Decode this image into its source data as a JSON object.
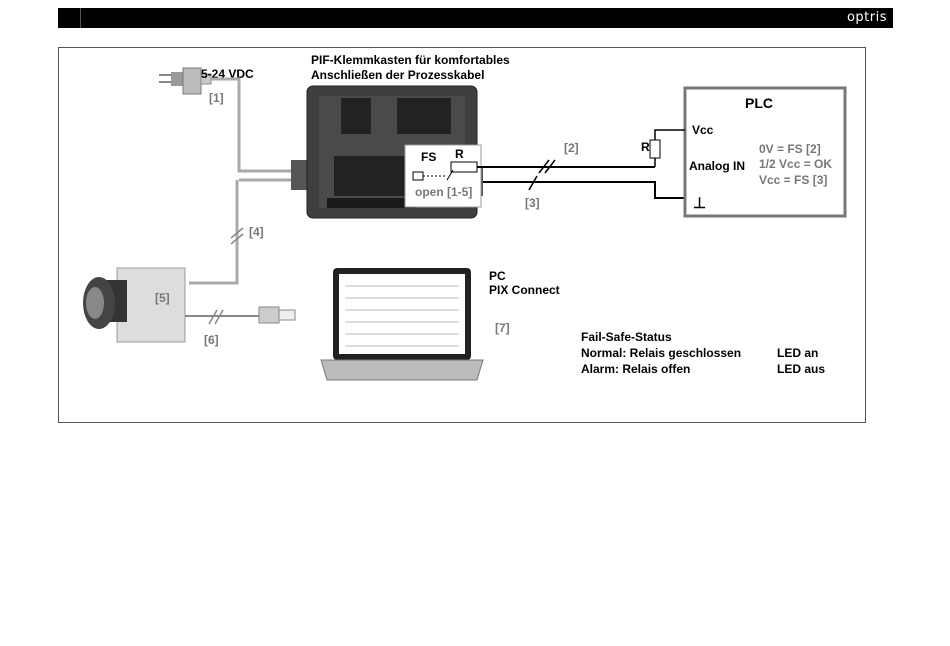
{
  "header": {
    "brand": "optris"
  },
  "diagram": {
    "power_label": "5-24 VDC",
    "ref1": "[1]",
    "pif_title_line1": "PIF-Klemmkasten für komfortables",
    "pif_title_line2": "Anschließen der Prozesskabel",
    "fs_label": "FS",
    "r_label": "R",
    "open_label": "open [1-5]",
    "ref2": "[2]",
    "ref3": "[3]",
    "ref4": "[4]",
    "ref5": "[5]",
    "ref6": "[6]",
    "ref7": "[7]",
    "plc": {
      "title": "PLC",
      "vcc": "Vcc",
      "r": "R",
      "analog_in": "Analog IN",
      "ground": "⊥",
      "state1": "0V = FS [2]",
      "state2": "1/2 Vcc = OK",
      "state3": "Vcc = FS [3]"
    },
    "pc_line1": "PC",
    "pc_line2": "PIX Connect",
    "failsafe": {
      "title": "Fail-Safe-Status",
      "normal": "Normal: Relais geschlossen",
      "alarm": "Alarm: Relais offen",
      "led_on": "LED an",
      "led_off": "LED aus"
    }
  }
}
